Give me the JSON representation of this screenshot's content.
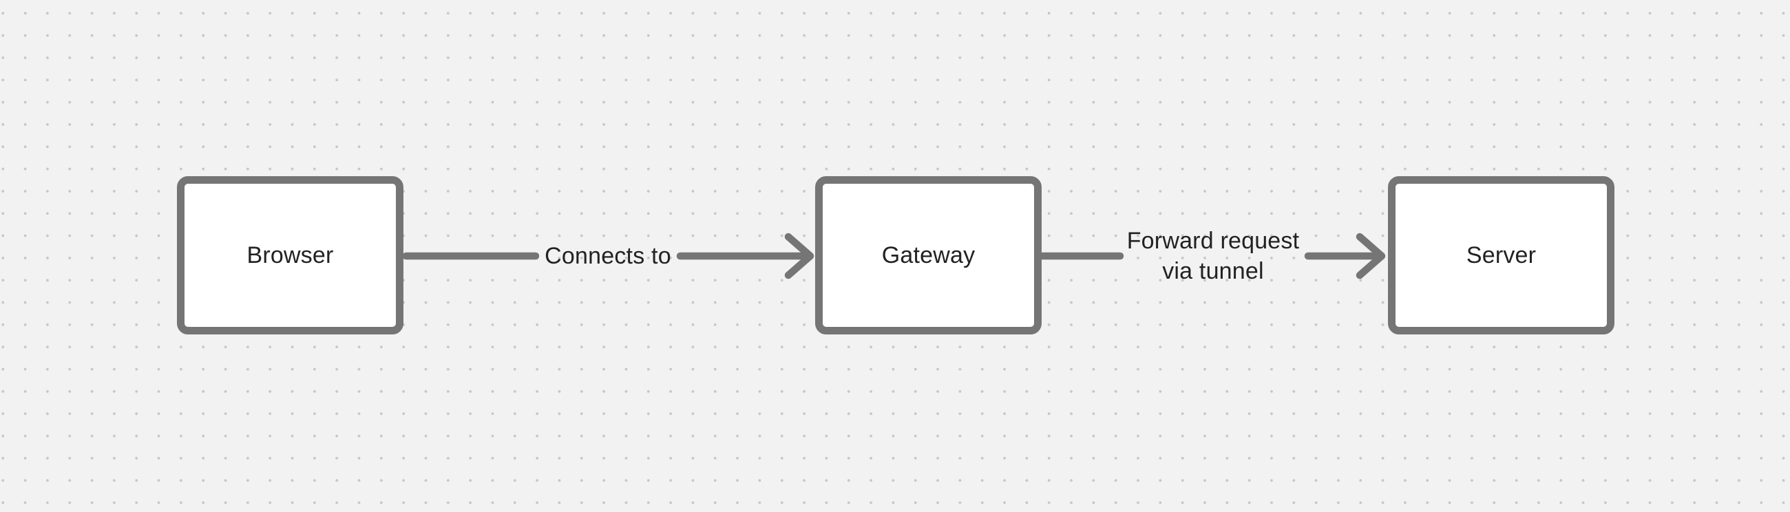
{
  "canvas": {
    "background": "#f2f2f2",
    "dot_color": "#c7c7c7"
  },
  "colors": {
    "stroke": "#757575",
    "node_fill": "#ffffff",
    "text": "#222222"
  },
  "diagram": {
    "nodes": [
      {
        "id": "browser",
        "label": "Browser"
      },
      {
        "id": "gateway",
        "label": "Gateway"
      },
      {
        "id": "server",
        "label": "Server"
      }
    ],
    "edges": [
      {
        "from": "browser",
        "to": "gateway",
        "label": "Connects to"
      },
      {
        "from": "gateway",
        "to": "server",
        "label": "Forward request via tunnel",
        "label_lines": [
          "Forward request",
          "via tunnel"
        ]
      }
    ]
  }
}
